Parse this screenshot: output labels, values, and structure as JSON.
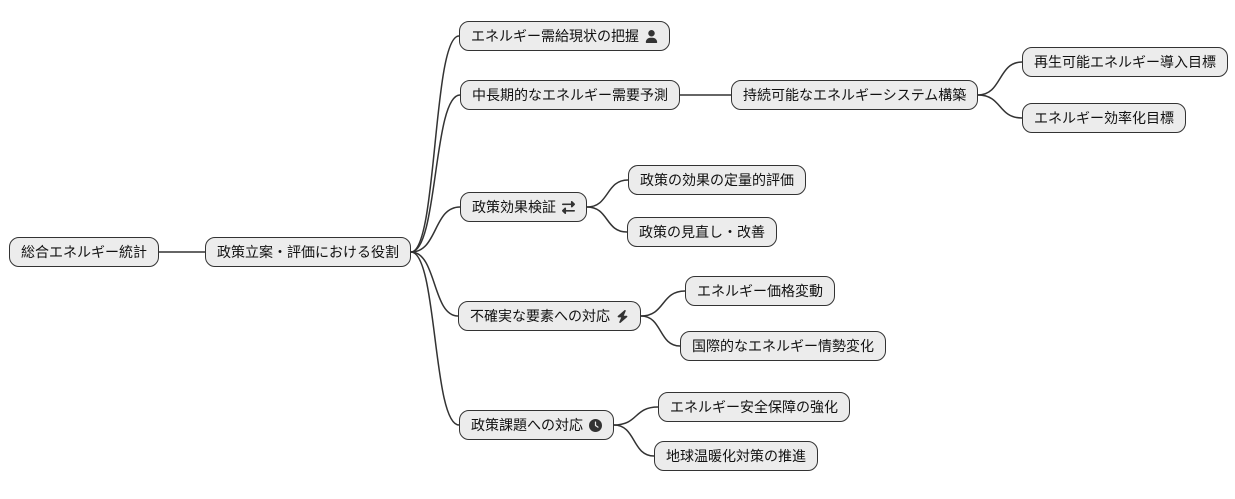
{
  "mindmap": {
    "colors": {
      "background": "#ffffff",
      "node_fill": "#ececec",
      "node_border": "#333333",
      "edge": "#333333",
      "text": "#111111"
    },
    "nodes": [
      {
        "id": "root",
        "label": "総合エネルギー統計"
      },
      {
        "id": "hub",
        "label": "政策立案・評価における役割",
        "parent": "root"
      },
      {
        "id": "b1",
        "label": "エネルギー需給現状の把握",
        "icon": "user-icon",
        "parent": "hub"
      },
      {
        "id": "b2",
        "label": "中長期的なエネルギー需要予測",
        "parent": "hub"
      },
      {
        "id": "b2c1",
        "label": "持続可能なエネルギーシステム構築",
        "parent": "b2"
      },
      {
        "id": "b2c1c1",
        "label": "再生可能エネルギー導入目標",
        "parent": "b2c1"
      },
      {
        "id": "b2c1c2",
        "label": "エネルギー効率化目標",
        "parent": "b2c1"
      },
      {
        "id": "b3",
        "label": "政策効果検証",
        "icon": "exchange-icon",
        "parent": "hub"
      },
      {
        "id": "b3c1",
        "label": "政策の効果の定量的評価",
        "parent": "b3"
      },
      {
        "id": "b3c2",
        "label": "政策の見直し・改善",
        "parent": "b3"
      },
      {
        "id": "b4",
        "label": "不確実な要素への対応",
        "icon": "bolt-icon",
        "parent": "hub"
      },
      {
        "id": "b4c1",
        "label": "エネルギー価格変動",
        "parent": "b4"
      },
      {
        "id": "b4c2",
        "label": "国際的なエネルギー情勢変化",
        "parent": "b4"
      },
      {
        "id": "b5",
        "label": "政策課題への対応",
        "icon": "clock-icon",
        "parent": "hub"
      },
      {
        "id": "b5c1",
        "label": "エネルギー安全保障の強化",
        "parent": "b5"
      },
      {
        "id": "b5c2",
        "label": "地球温暖化対策の推進",
        "parent": "b5"
      }
    ]
  }
}
